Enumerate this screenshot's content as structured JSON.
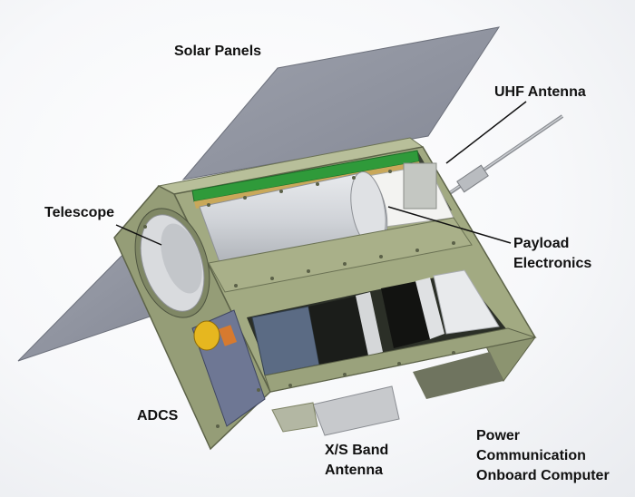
{
  "labels": {
    "solar_panels": "Solar Panels",
    "uhf_antenna": "UHF Antenna",
    "telescope": "Telescope",
    "payload_electronics": [
      "Payload",
      "Electronics"
    ],
    "adcs": "ADCS",
    "xs_band_antenna": [
      "X/S Band",
      "Antenna"
    ],
    "power_comm_obc": [
      "Power",
      "Communication",
      "Onboard Computer"
    ]
  },
  "colors": {
    "frame": "#a2aa82",
    "frame_dark": "#7f8765",
    "solar_panel": "#8e929e",
    "telescope_tube": "#d7d9dd",
    "pcb_green": "#2f9a3a",
    "leader_line": "#111111"
  }
}
